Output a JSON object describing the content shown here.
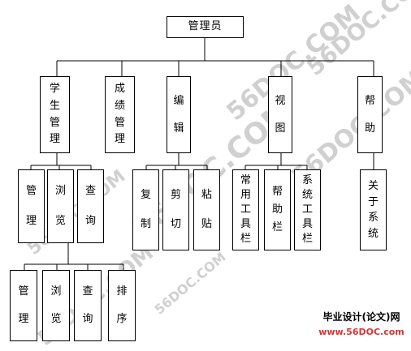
{
  "nodes": {
    "root": "管理员",
    "student_mgmt": "学生管理",
    "grade_mgmt": "成绩管理",
    "edit": "编辑",
    "view": "视图",
    "help": "帮助",
    "sm_manage": "管理",
    "sm_browse": "浏览",
    "sm_query": "查询",
    "copy": "复制",
    "cut": "剪切",
    "paste": "粘贴",
    "toolbar": "常用工具栏",
    "helpbar": "帮助栏",
    "systoolbar": "系统工具栏",
    "about": "关于系统",
    "b_manage": "管理",
    "b_browse": "浏览",
    "b_query": "查询",
    "b_sort": "排序"
  },
  "watermark": {
    "text": "56DOC.COM"
  },
  "stamp": {
    "line1": "毕业设计(论文)网",
    "line2": "www.56DOC.com"
  }
}
